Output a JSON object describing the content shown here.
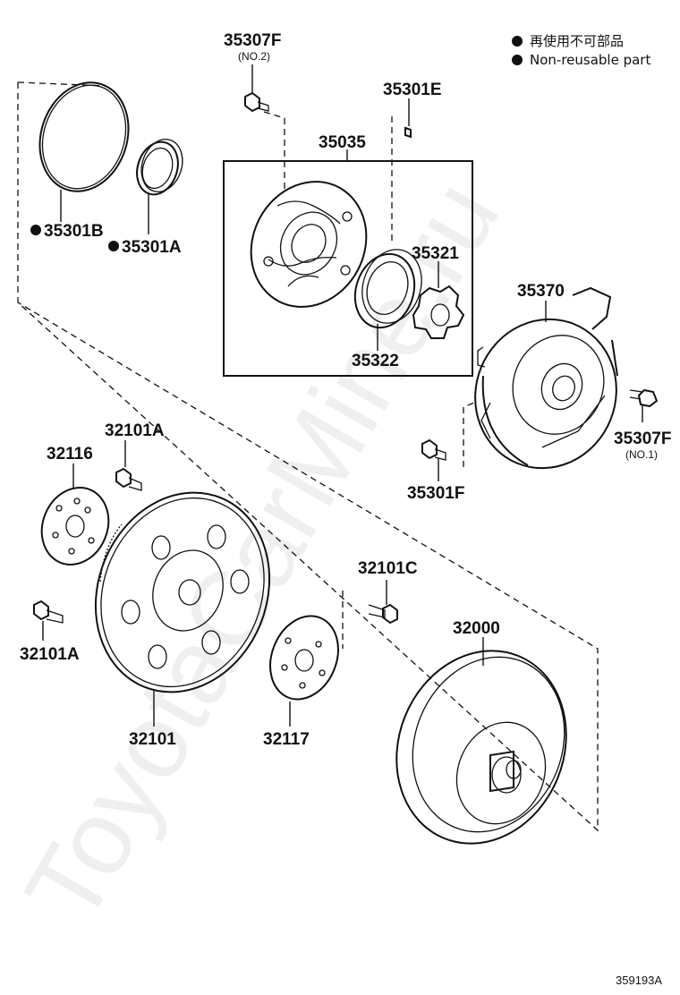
{
  "legend": {
    "line1": "再使用不可部品",
    "line2": "Non-reusable part"
  },
  "watermark": "ToyotaCarMine.ru",
  "diagram_code": "359193A",
  "labels": {
    "p35307F_top": "35307F",
    "p35307F_top_sub": "(NO.2)",
    "p35301E": "35301E",
    "p35035": "35035",
    "p35301B": "35301B",
    "p35301A": "35301A",
    "p35321": "35321",
    "p35322": "35322",
    "p35370": "35370",
    "p35307F_right": "35307F",
    "p35307F_right_sub": "(NO.1)",
    "p35301F": "35301F",
    "p32101A_top": "32101A",
    "p32116": "32116",
    "p32101A_left": "32101A",
    "p32101": "32101",
    "p32101C": "32101C",
    "p32117": "32117",
    "p32000": "32000"
  }
}
